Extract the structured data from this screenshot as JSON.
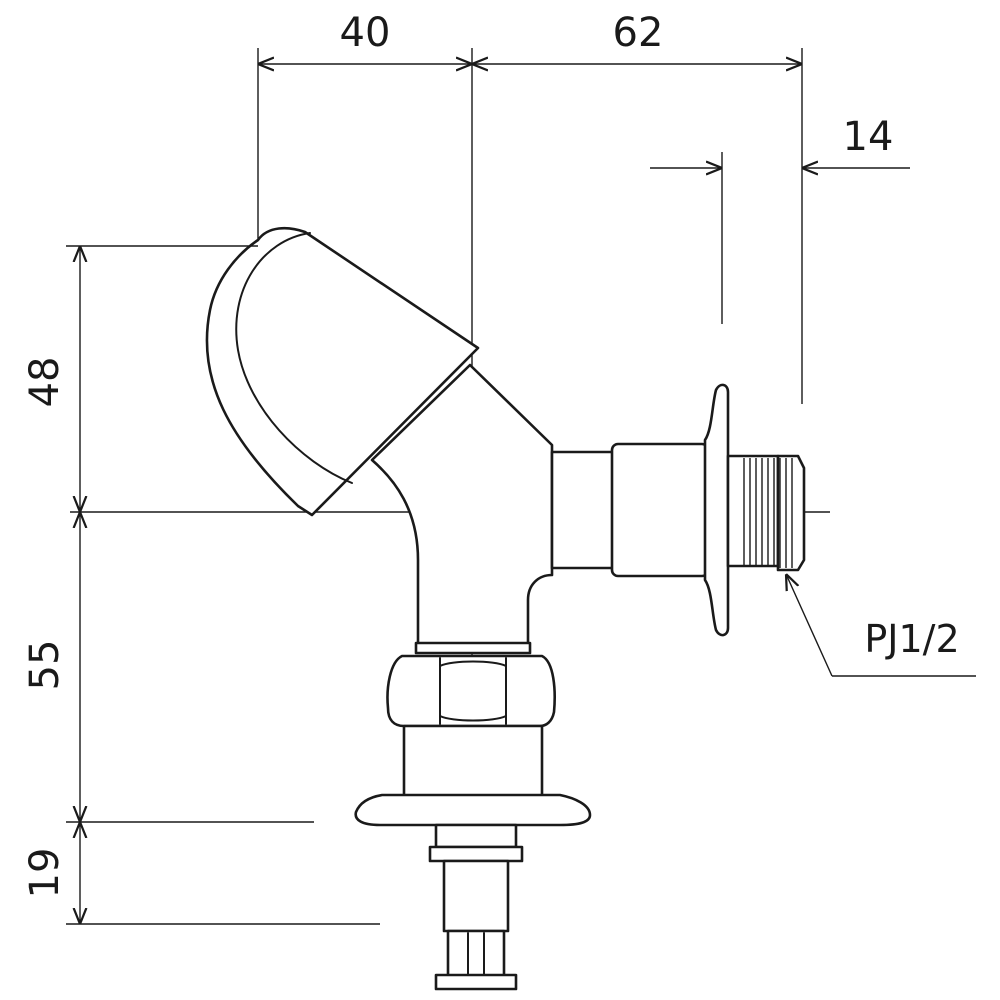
{
  "dimensions": {
    "top_left": "40",
    "top_right": "62",
    "thread_offset": "14",
    "height_upper": "48",
    "height_middle": "55",
    "height_lower": "19"
  },
  "callout": {
    "thread_spec": "PJ1/2"
  },
  "colors": {
    "line": "#1a1a1a",
    "background": "#ffffff"
  }
}
